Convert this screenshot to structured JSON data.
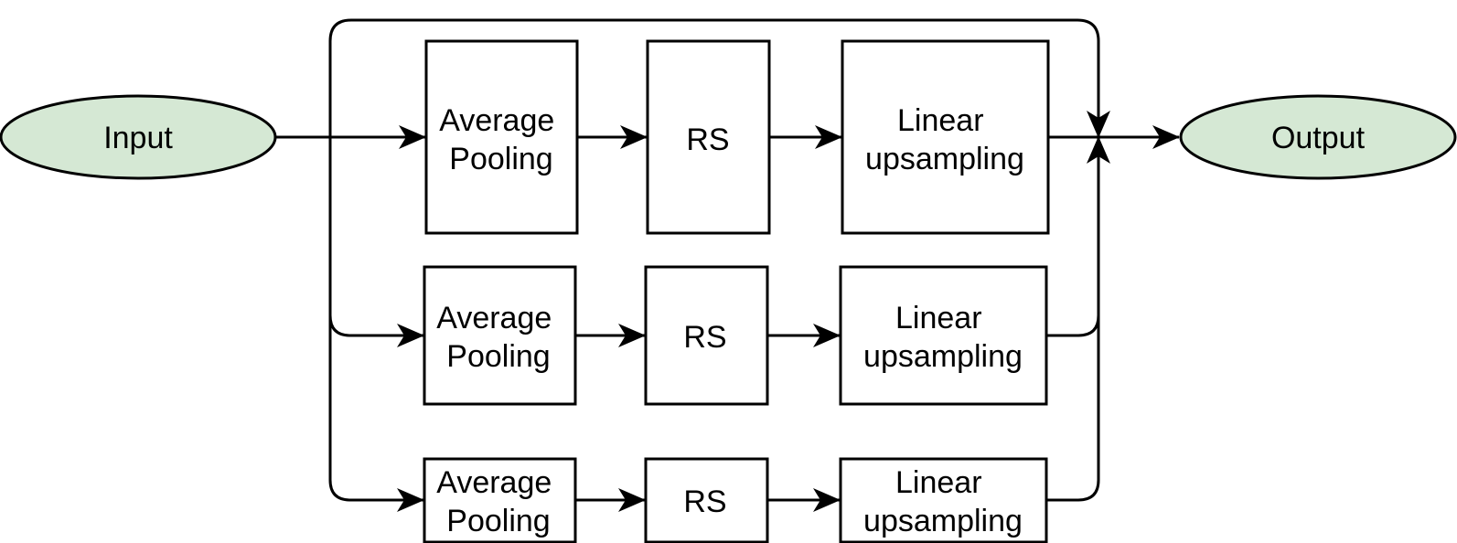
{
  "colors": {
    "terminal_fill": "#d5e8d4",
    "stroke": "#000000",
    "box_fill": "#ffffff"
  },
  "nodes": {
    "input": "Input",
    "output": "Output"
  },
  "branches": [
    {
      "pool": [
        "Average",
        "Pooling"
      ],
      "rs": "RS",
      "up": [
        "Linear",
        "upsampling"
      ]
    },
    {
      "pool": [
        "Average",
        "Pooling"
      ],
      "rs": "RS",
      "up": [
        "Linear",
        "upsampling"
      ]
    },
    {
      "pool": [
        "Average",
        "Pooling"
      ],
      "rs": "RS",
      "up": [
        "Linear",
        "upsampling"
      ]
    }
  ]
}
